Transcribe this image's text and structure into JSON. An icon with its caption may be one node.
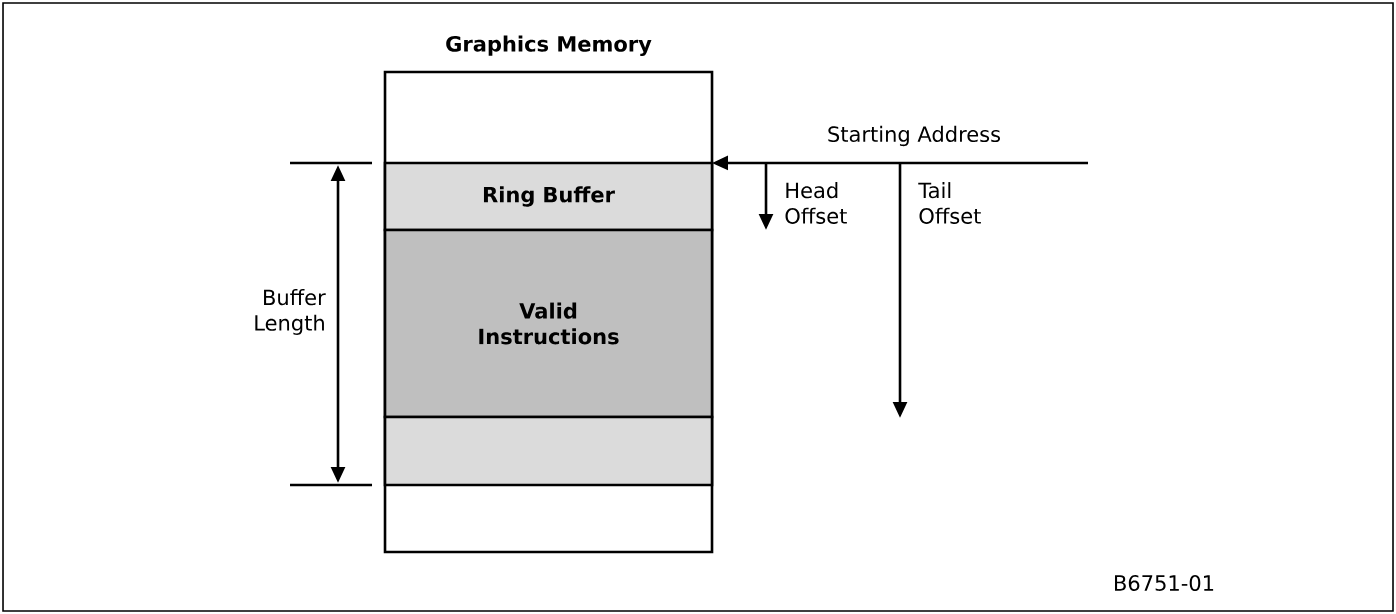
{
  "diagram": {
    "nodes": [
      {
        "text": [
          "Graphics Memory"
        ]
      },
      {
        "text": [
          "Ring Buffer"
        ],
        "in": 0
      },
      {
        "text": [
          "Valid Instructions"
        ],
        "in": 0
      },
      {
        "text": [],
        "shape": "box",
        "in": 0
      }
    ],
    "edges": [
      {
        "from": null,
        "to": 1,
        "arrow": "to",
        "label": "Starting Address"
      }
    ],
    "labels": [
      "Buffer Length",
      "Head Offset",
      "Tail Offset",
      "B6751-01"
    ]
  }
}
